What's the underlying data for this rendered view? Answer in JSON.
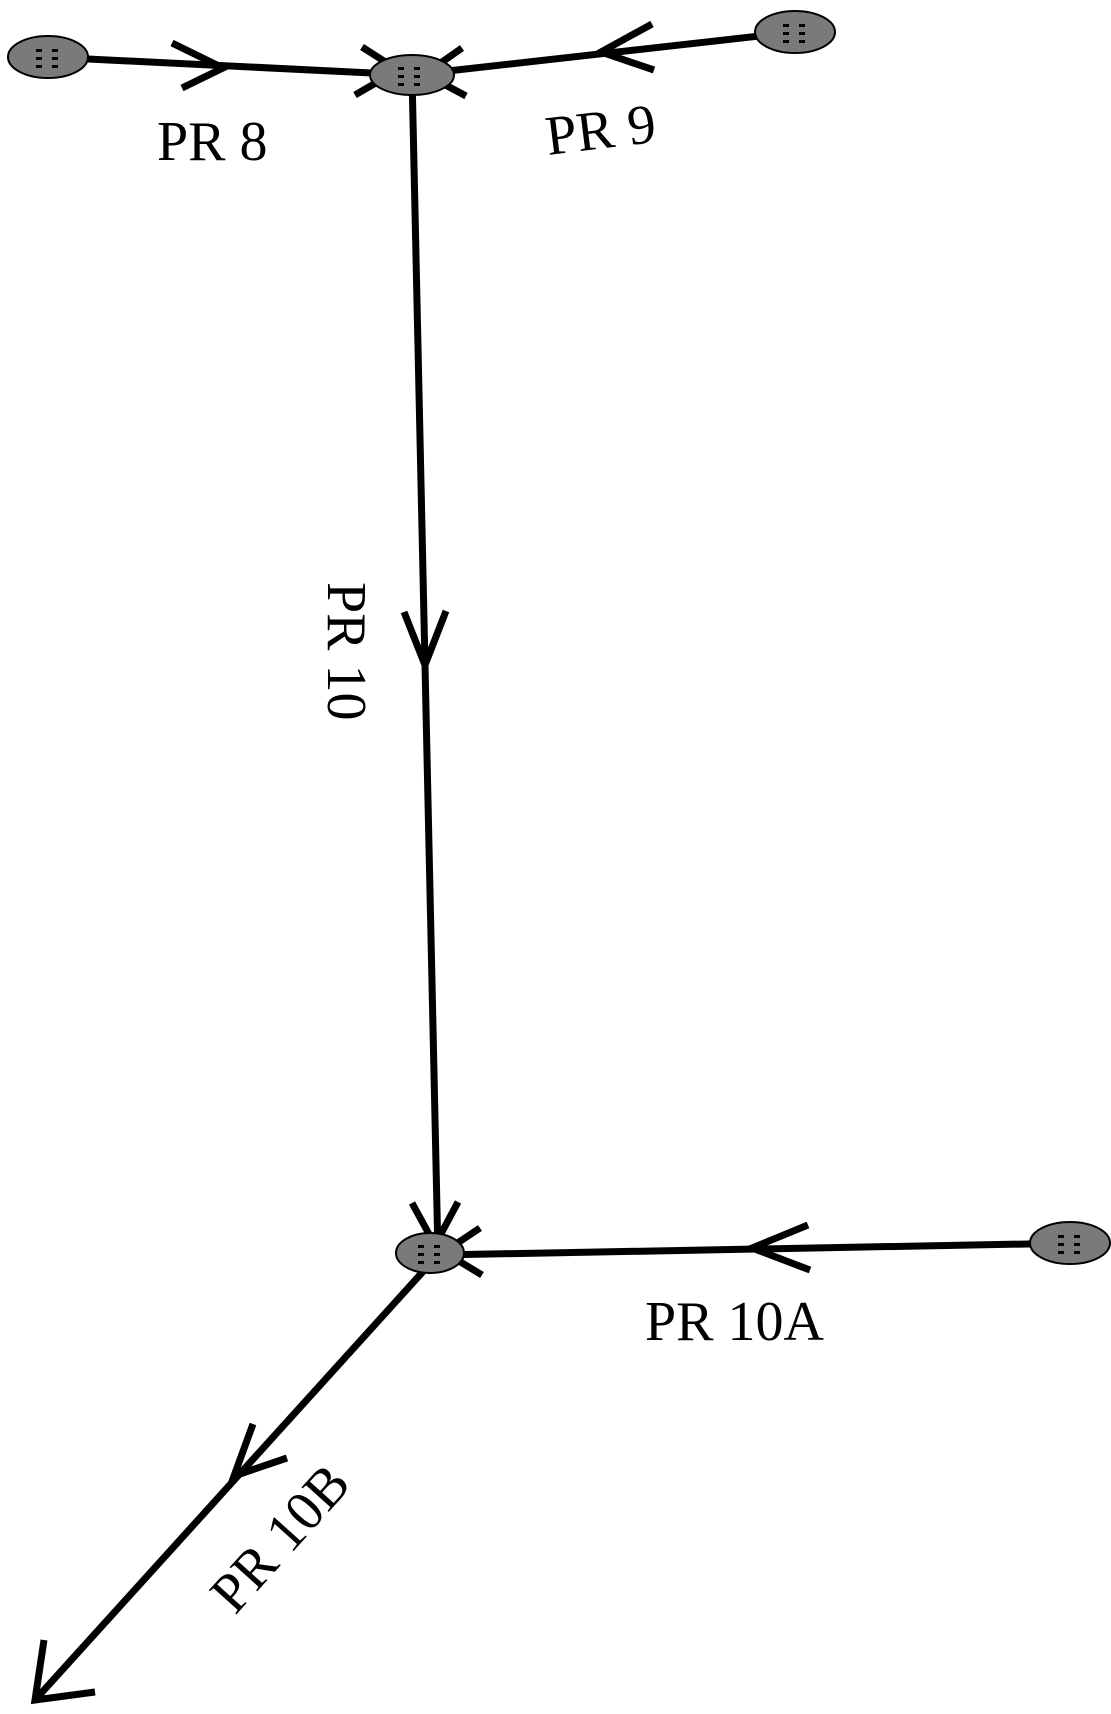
{
  "diagram": {
    "edges": [
      {
        "id": "pr8",
        "label": "PR 8",
        "from": "source-left",
        "to": "junction-top"
      },
      {
        "id": "pr9",
        "label": "PR 9",
        "from": "source-top-right",
        "to": "junction-top"
      },
      {
        "id": "pr10",
        "label": "PR 10",
        "from": "junction-top",
        "to": "junction-bottom"
      },
      {
        "id": "pr10a",
        "label": "PR 10A",
        "from": "source-right",
        "to": "junction-bottom"
      },
      {
        "id": "pr10b",
        "label": "PR 10B",
        "from": "junction-bottom",
        "to": "outlet"
      }
    ],
    "nodes": [
      {
        "id": "source-left"
      },
      {
        "id": "source-top-right"
      },
      {
        "id": "junction-top"
      },
      {
        "id": "junction-bottom"
      },
      {
        "id": "source-right"
      }
    ],
    "colors": {
      "line": "#000000",
      "node_fill": "#7a7a7a",
      "background": "#ffffff"
    }
  }
}
